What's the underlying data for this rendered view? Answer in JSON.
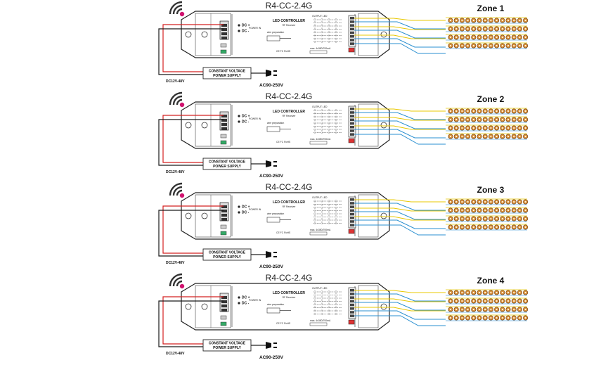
{
  "colors": {
    "red_wire": "#d42020",
    "black_wire": "#1a1a1a",
    "yellow_wire": "#e8c800",
    "blue_wire": "#2a8fd0",
    "wifi_dot": "#d0126e",
    "led_orange": "#d9903a"
  },
  "modules": [
    {
      "title": "R4-CC-2.4G",
      "zone_label": "Zone 1",
      "controller_label": "LED CONTROLLER",
      "receiver_label": "RF Receiver",
      "power_in_label": "POWER IN",
      "wire_prep_label": "wire preparation",
      "output_label": "OUTPUT LED",
      "max_label": "max. 4x350/700mA",
      "ce_label": "CE FC RoHS",
      "dc_plus": "DC +",
      "dc_minus": "DC -",
      "psu_line1": "CONSTANT VOLTAGE",
      "psu_line2": "POWER SUPPLY",
      "dc_range": "DC12V-48V",
      "ac_range": "AC90-250V"
    },
    {
      "title": "R4-CC-2.4G",
      "zone_label": "Zone 2",
      "controller_label": "LED CONTROLLER",
      "receiver_label": "RF Receiver",
      "power_in_label": "POWER IN",
      "wire_prep_label": "wire preparation",
      "output_label": "OUTPUT LED",
      "max_label": "max. 4x350/700mA",
      "ce_label": "CE FC RoHS",
      "dc_plus": "DC +",
      "dc_minus": "DC -",
      "psu_line1": "CONSTANT VOLTAGE",
      "psu_line2": "POWER SUPPLY",
      "dc_range": "DC12V-48V",
      "ac_range": "AC90-250V"
    },
    {
      "title": "R4-CC-2.4G",
      "zone_label": "Zone 3",
      "controller_label": "LED CONTROLLER",
      "receiver_label": "RF Receiver",
      "power_in_label": "POWER IN",
      "wire_prep_label": "wire preparation",
      "output_label": "OUTPUT LED",
      "max_label": "max. 4x350/700mA",
      "ce_label": "CE FC RoHS",
      "dc_plus": "DC +",
      "dc_minus": "DC -",
      "psu_line1": "CONSTANT VOLTAGE",
      "psu_line2": "POWER SUPPLY",
      "dc_range": "DC12V-48V",
      "ac_range": "AC90-250V"
    },
    {
      "title": "R4-CC-2.4G",
      "zone_label": "Zone 4",
      "controller_label": "LED CONTROLLER",
      "receiver_label": "RF Receiver",
      "power_in_label": "POWER IN",
      "wire_prep_label": "wire preparation",
      "output_label": "OUTPUT LED",
      "max_label": "max. 4x350/700mA",
      "ce_label": "CE FC RoHS",
      "dc_plus": "DC +",
      "dc_minus": "DC -",
      "psu_line1": "CONSTANT VOLTAGE",
      "psu_line2": "POWER SUPPLY",
      "dc_range": "DC12V-48V",
      "ac_range": "AC90-250V"
    }
  ],
  "icons": {
    "wireless": "wireless-signal-icon",
    "plug": "ac-plug-icon",
    "led": "led-chip-icon"
  }
}
